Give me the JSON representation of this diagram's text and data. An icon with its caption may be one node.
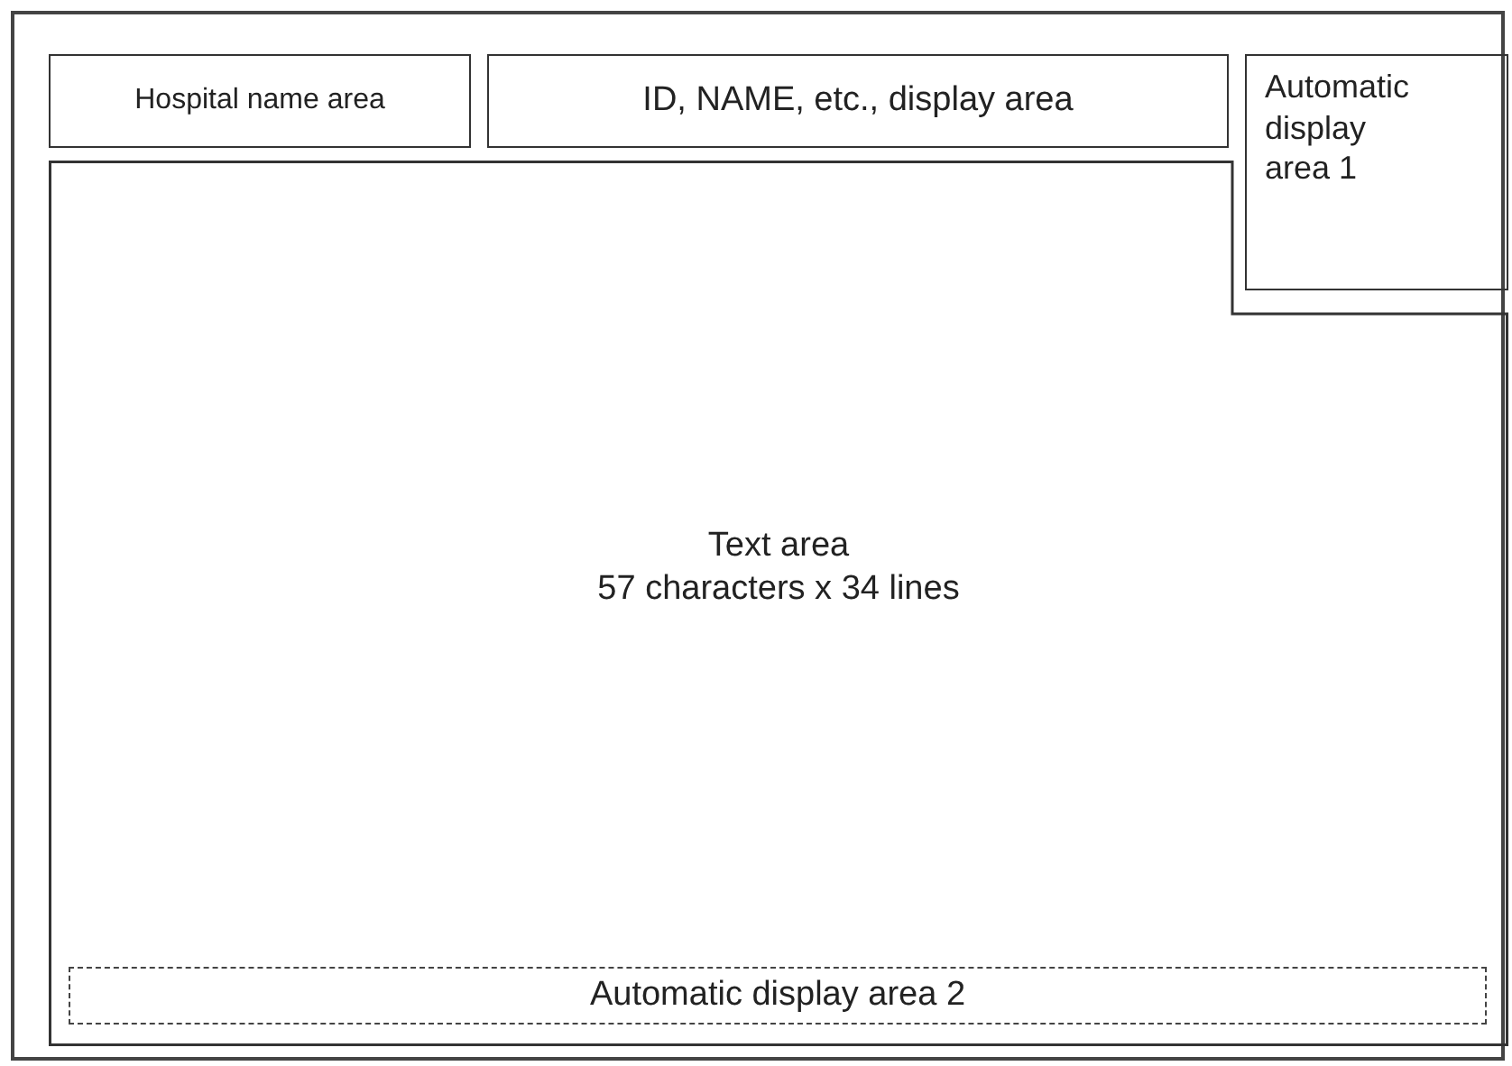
{
  "diagram": {
    "nodes": [
      {
        "text": [],
        "shape": "box"
      },
      {
        "text": [
          "Hospital name area"
        ],
        "in": 0
      },
      {
        "text": [
          "ID, NAME, etc., display area"
        ],
        "in": 0
      },
      {
        "text": [
          "Automatic display area 1"
        ],
        "in": 0
      },
      {
        "text": [
          "Text area",
          "57 characters x 34 lines"
        ],
        "in": 0
      },
      {
        "text": [
          "Automatic display area 2"
        ],
        "in": 4
      }
    ]
  }
}
